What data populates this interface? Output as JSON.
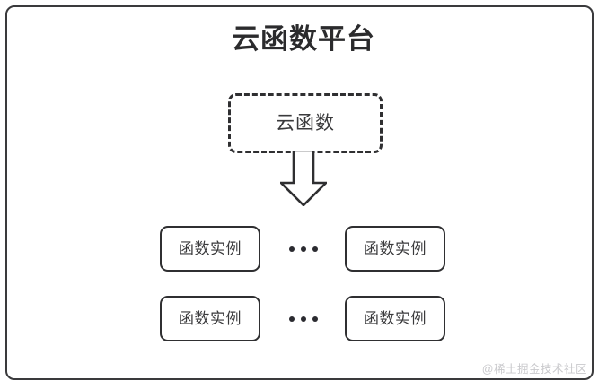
{
  "diagram": {
    "title": "云函数平台",
    "source_node": {
      "label": "云函数",
      "style": "dashed"
    },
    "arrow": {
      "icon": "down-block-arrow",
      "direction": "down"
    },
    "instance_rows": [
      {
        "left": {
          "label": "函数实例"
        },
        "ellipsis": "•••",
        "right": {
          "label": "函数实例"
        }
      },
      {
        "left": {
          "label": "函数实例"
        },
        "ellipsis": "•••",
        "right": {
          "label": "函数实例"
        }
      }
    ],
    "watermark": "@稀土掘金技术社区",
    "colors": {
      "stroke": "#2f2f31",
      "frame_stroke": "#3a3a3c",
      "text": "#3a3a3c",
      "title_text": "#2b2b2d",
      "background": "#ffffff",
      "watermark_text": "#c9c9cc"
    }
  }
}
